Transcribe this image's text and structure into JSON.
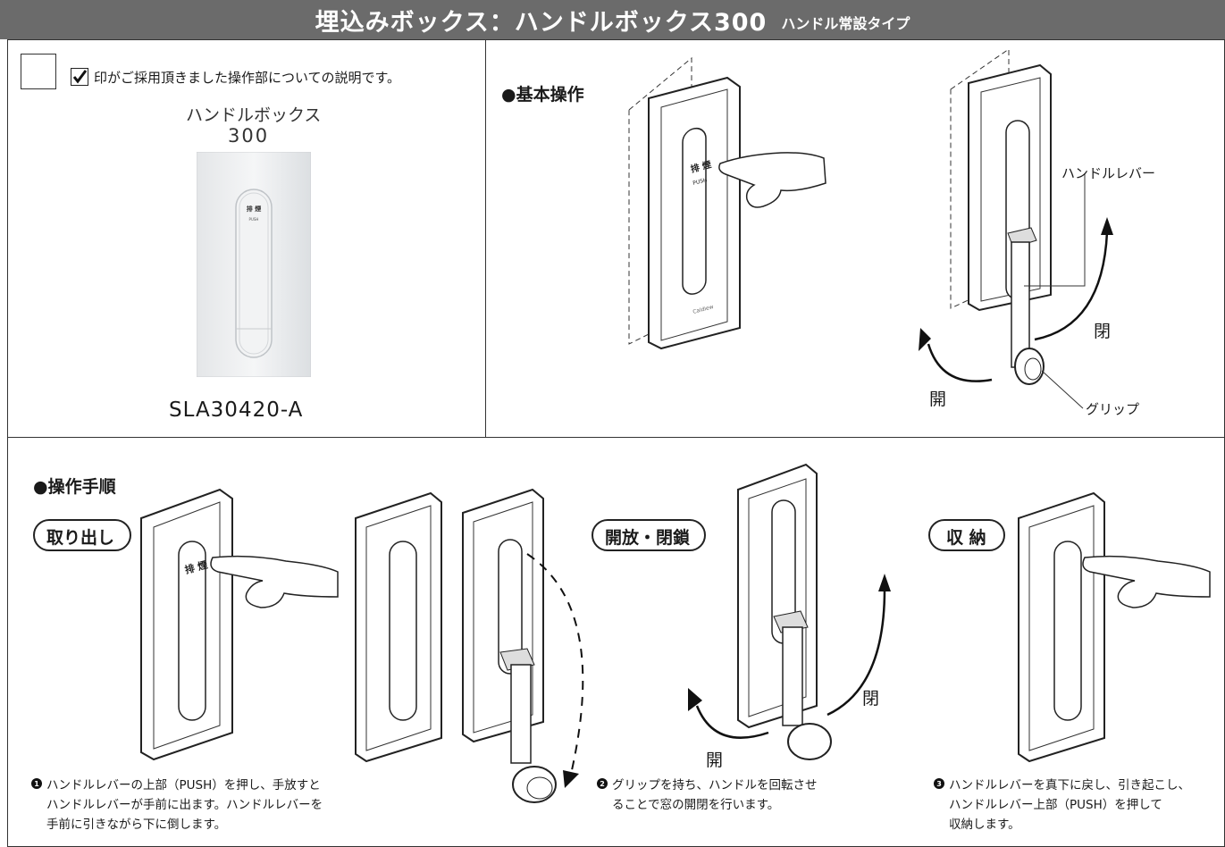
{
  "header": {
    "title": "埋込みボックス：ハンドルボックス300",
    "subtitle": "ハンドル常設タイプ"
  },
  "product": {
    "note": "印がご採用頂きました操作部についての説明です。",
    "name_line1": "ハンドルボックス",
    "name_line2": "300",
    "model": "SLA30420-A",
    "device_text": "排 煙",
    "device_push": "PUSH"
  },
  "basic": {
    "heading": "●基本操作",
    "lever_label": "ハンドルレバー",
    "close_label": "閉",
    "open_label": "開",
    "grip_label": "グリップ"
  },
  "procedure": {
    "heading": "●操作手順",
    "step_take_out": "取り出し",
    "step_open_close": "開放・閉鎖",
    "step_store": "収 納",
    "close_label": "閉",
    "open_label": "開",
    "desc1": [
      "ハンドルレバーの上部（PUSH）を押し、手放すと",
      "ハンドルレバーが手前に出ます。ハンドルレバーを",
      "手前に引きながら下に倒します。"
    ],
    "desc2": [
      "グリップを持ち、ハンドルを回転させ",
      "ることで窓の開閉を行います。"
    ],
    "desc3": [
      "ハンドルレバーを真下に戻し、引き起こし、",
      "ハンドルレバー上部（PUSH）を押して",
      "収納します。"
    ]
  }
}
